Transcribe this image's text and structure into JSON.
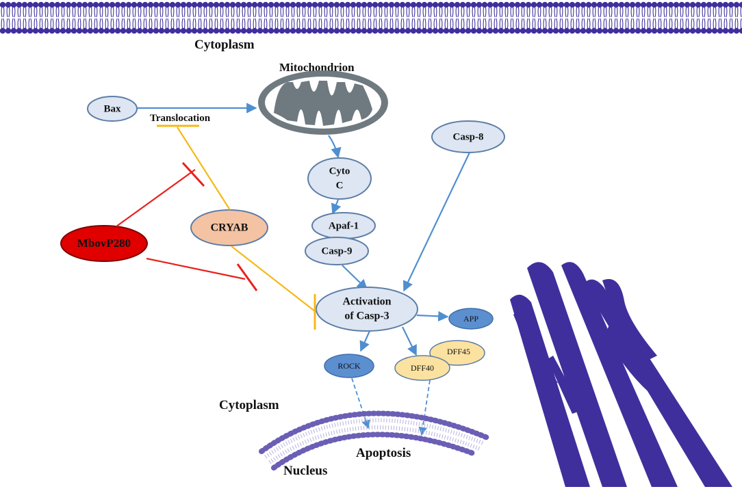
{
  "labels": {
    "cytoplasm_top": "Cytoplasm",
    "mitochondrion": "Mitochondrion",
    "translocation": "Translocation",
    "cytoplasm_bottom": "Cytoplasm",
    "nucleus": "Nucleus",
    "apoptosis": "Apoptosis"
  },
  "nodes": {
    "bax": "Bax",
    "casp8": "Casp-8",
    "cyto_c_line1": "Cyto",
    "cyto_c_line2": "C",
    "apaf1": "Apaf-1",
    "casp9": "Casp-9",
    "cryab": "CRYAB",
    "mbovp280": "MbovP280",
    "casp3_line1": "Activation",
    "casp3_line2": "of Casp-3",
    "app": "APP",
    "rock": "ROCK",
    "dff40": "DFF40",
    "dff45": "DFF45"
  },
  "colors": {
    "membrane": "#3f2f9c",
    "activation_arrow": "#4f8fd0",
    "inhibit_red": "#e8211c",
    "inhibit_yellow": "#f5b816",
    "node_fill": "#dde6f2",
    "node_stroke": "#5d7da6",
    "cryab_fill": "#f4c3a4",
    "mbov_fill": "#e00000",
    "blue_node_fill": "#5c8fd0",
    "dff_fill": "#fbe2a0",
    "mito_fill": "#6f7a80"
  }
}
